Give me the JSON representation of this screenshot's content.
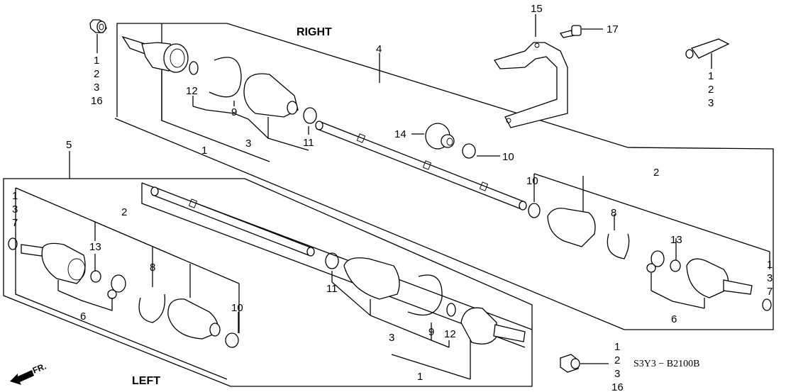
{
  "diagram": {
    "title_right": "RIGHT",
    "title_left": "LEFT",
    "direction_label": "FR.",
    "drawing_code": "S3Y3 − B2100B",
    "callouts": {
      "top_nut": [
        "1",
        "2",
        "3",
        "16"
      ],
      "grease_tube": [
        "1",
        "2",
        "3"
      ],
      "bottom_nut": [
        "1",
        "2",
        "3",
        "16"
      ],
      "left_inner_clip": [
        "1",
        "3",
        "7"
      ],
      "right_inner_clip": [
        "1",
        "3",
        "7"
      ],
      "right_driveshaft_assy": "4",
      "left_driveshaft_assy": "5",
      "bracket": "15",
      "bracket_bolt": "17",
      "bearing_support": "14",
      "r_outer_joint_set": "1",
      "r_outer_boot_set": "3",
      "r_outer_band": "9",
      "r_outer_ring": "12",
      "r_outer_small_band": "11",
      "r_inner_small_band": "10",
      "r_inner_boot_set": "2",
      "r_inner_band": "8",
      "r_inner_clip13": "13",
      "r_spider_set": "6",
      "l_inner_boot_set": "2",
      "l_clip13": "13",
      "l_band8": "8",
      "l_band10": "10",
      "l_spider_set": "6",
      "l_outer_small_band": "11",
      "l_outer_boot_set": "3",
      "l_outer_band": "9",
      "l_outer_ring": "12",
      "l_outer_joint_set": "1"
    }
  },
  "colors": {
    "line": "#000000",
    "background": "#ffffff"
  }
}
